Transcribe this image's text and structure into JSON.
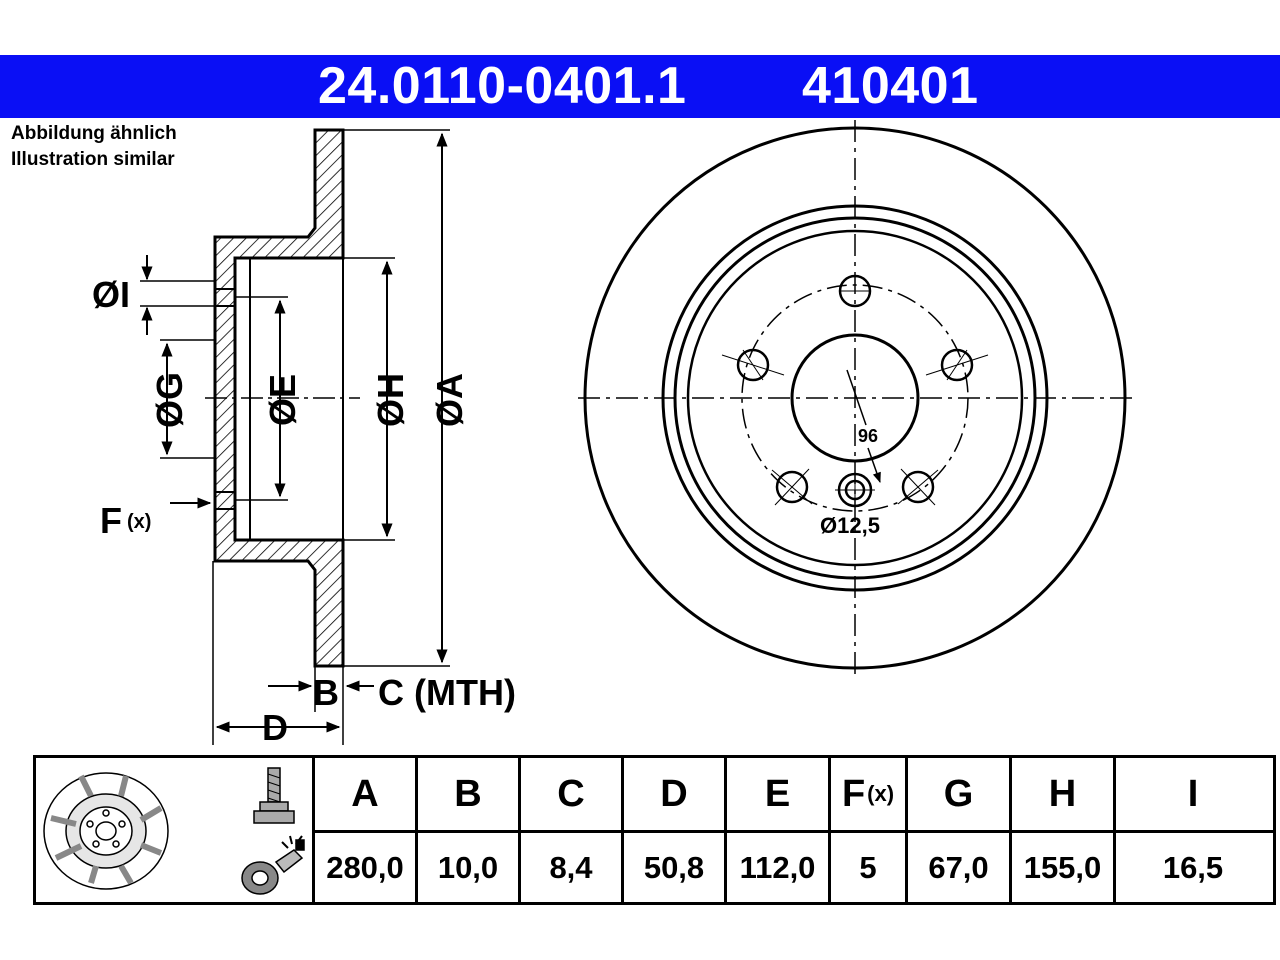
{
  "header": {
    "part_number": "24.0110-0401.1",
    "ref_number": "410401",
    "bg_color": "#0a0ff5",
    "text_color": "#ffffff"
  },
  "note": {
    "line1": "Abbildung ähnlich",
    "line2": "Illustration similar"
  },
  "drawing": {
    "side_labels": {
      "I": "ØI",
      "G": "ØG",
      "E": "ØE",
      "H": "ØH",
      "A": "ØA",
      "F": "F",
      "F_sub": "(x)",
      "B": "B",
      "C": "C (MTH)",
      "D": "D"
    },
    "front_labels": {
      "pcd": "96",
      "hole": "Ø12,5"
    }
  },
  "table": {
    "columns": [
      {
        "key": "A",
        "label": "A",
        "value": "280,0"
      },
      {
        "key": "B",
        "label": "B",
        "value": "10,0"
      },
      {
        "key": "C",
        "label": "C",
        "value": "8,4"
      },
      {
        "key": "D",
        "label": "D",
        "value": "50,8"
      },
      {
        "key": "E",
        "label": "E",
        "value": "112,0"
      },
      {
        "key": "F",
        "label": "F",
        "label_sub": "(x)",
        "value": "5"
      },
      {
        "key": "G",
        "label": "G",
        "value": "67,0"
      },
      {
        "key": "H",
        "label": "H",
        "value": "155,0"
      },
      {
        "key": "I",
        "label": "I",
        "value": "16,5"
      }
    ]
  }
}
